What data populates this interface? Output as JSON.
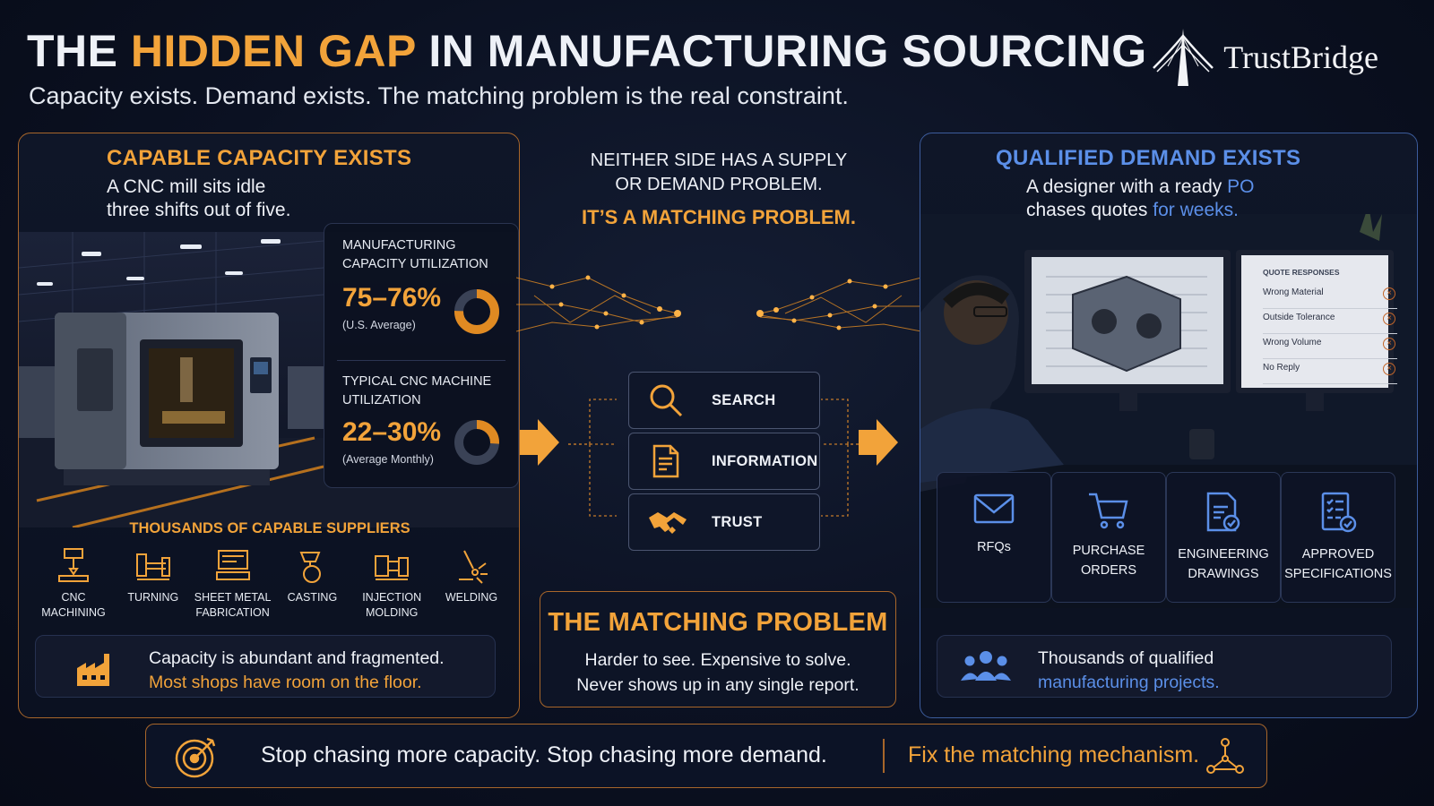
{
  "header": {
    "title_part1": "THE ",
    "title_highlight": "HIDDEN GAP",
    "title_part2": " IN MANUFACTURING SOURCING",
    "subtitle": "Capacity exists. Demand exists. The matching problem is the real constraint.",
    "logo_name": "TrustBridge"
  },
  "left": {
    "heading": "CAPABLE CAPACITY EXISTS",
    "desc_line1": "A CNC mill sits idle",
    "desc_line2": "three shifts out of five.",
    "stat1": {
      "label_line1": "MANUFACTURING",
      "label_line2": "CAPACITY UTILIZATION",
      "value": "75–76%",
      "note": "(U.S. Average)",
      "fill": 0.755
    },
    "stat2": {
      "label_line1": "TYPICAL CNC MACHINE",
      "label_line2": "UTILIZATION",
      "value": "22–30%",
      "note": "(Average Monthly)",
      "fill": 0.26
    },
    "suppliers_heading": "THOUSANDS OF CAPABLE SUPPLIERS",
    "suppliers": [
      {
        "line1": "CNC",
        "line2": "MACHINING",
        "icon": "cnc-machining-icon"
      },
      {
        "line1": "TURNING",
        "line2": "",
        "icon": "turning-icon"
      },
      {
        "line1": "SHEET METAL",
        "line2": "FABRICATION",
        "icon": "sheet-metal-icon"
      },
      {
        "line1": "CASTING",
        "line2": "",
        "icon": "casting-icon"
      },
      {
        "line1": "INJECTION",
        "line2": "MOLDING",
        "icon": "injection-molding-icon"
      },
      {
        "line1": "WELDING",
        "line2": "",
        "icon": "welding-icon"
      }
    ],
    "note_line1": "Capacity is abundant and fragmented.",
    "note_line2": "Most shops have room on the floor."
  },
  "center": {
    "intro_line1": "NEITHER SIDE HAS A SUPPLY",
    "intro_line2": "OR DEMAND PROBLEM.",
    "headline": "IT’S A MATCHING PROBLEM.",
    "buttons": [
      {
        "label": "SEARCH",
        "icon": "search-icon"
      },
      {
        "label": "INFORMATION",
        "icon": "document-icon"
      },
      {
        "label": "TRUST",
        "icon": "handshake-icon"
      }
    ],
    "problem_title": "THE MATCHING PROBLEM",
    "problem_line1": "Harder to see. Expensive to solve.",
    "problem_line2": "Never shows up in any single report."
  },
  "right": {
    "heading": "QUALIFIED DEMAND EXISTS",
    "desc_a": "A designer with a ready ",
    "desc_b": "PO",
    "desc_c": "chases quotes ",
    "desc_d": "for weeks.",
    "monitor": {
      "heading": "QUOTE RESPONSES",
      "rows": [
        "Wrong Material",
        "Outside Tolerance",
        "Wrong Volume",
        "No Reply"
      ]
    },
    "demand": [
      {
        "line1": "RFQs",
        "line2": "",
        "icon": "envelope-icon"
      },
      {
        "line1": "PURCHASE",
        "line2": "ORDERS",
        "icon": "cart-icon"
      },
      {
        "line1": "ENGINEERING",
        "line2": "DRAWINGS",
        "icon": "drawing-icon"
      },
      {
        "line1": "APPROVED",
        "line2": "SPECIFICATIONS",
        "icon": "checklist-icon"
      }
    ],
    "note_line1": "Thousands of qualified",
    "note_line2": "manufacturing projects."
  },
  "banner": {
    "main": "Stop chasing more capacity. Stop chasing more demand.",
    "cta": "Fix the matching mechanism."
  },
  "colors": {
    "accent_orange": "#f2a33a",
    "accent_blue": "#5b8fe8",
    "background": "#0b1122"
  }
}
